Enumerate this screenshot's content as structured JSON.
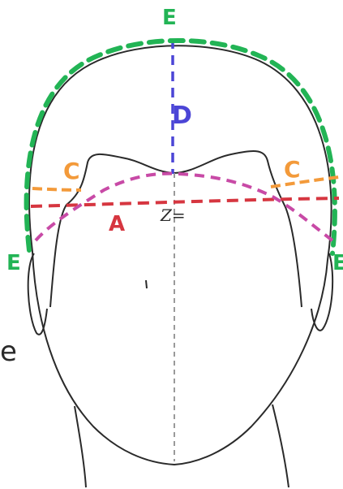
{
  "diagram": {
    "labels": {
      "e_top": "E",
      "d": "D",
      "c_left": "C",
      "c_right": "C",
      "a": "A",
      "e_left": "E",
      "e_right": "E",
      "scribble": "Z=",
      "edge_e": "e"
    },
    "colors": {
      "outline": "#2a2a2a",
      "e_line": "#22b455",
      "d_line": "#4b45d6",
      "c_line": "#f39a3a",
      "a_line": "#d63640",
      "b_line": "#c84aa6",
      "midline": "#9a9a9a"
    }
  }
}
